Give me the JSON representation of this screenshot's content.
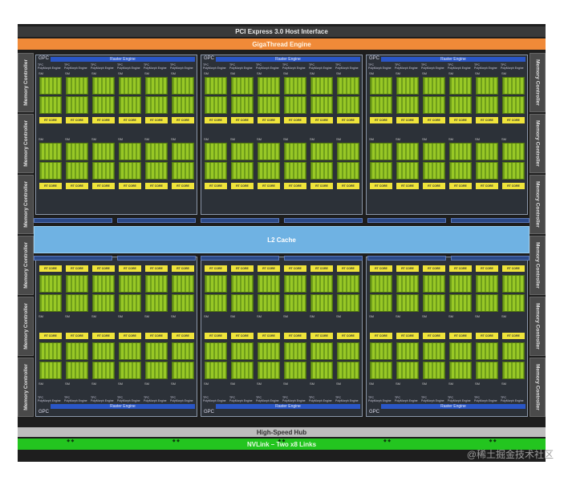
{
  "pcie_label": "PCI Express 3.0 Host Interface",
  "gigathread_label": "GigaThread Engine",
  "l2_label": "L2 Cache",
  "hub_label": "High-Speed Hub",
  "nvlink_label": "NVLink – Two x8 Links",
  "memory_controller_label": "Memory Controller",
  "gpc_label": "GPC",
  "raster_label": "Raster Engine",
  "tpc_label": "TPC",
  "polymorph_label": "PolyMorph Engine",
  "sm_label": "SM",
  "rt_core_label": "RT CORE",
  "watermark": "@稀土掘金技术社区",
  "colors": {
    "pcie": "#3a3a3a",
    "gigathread": "#f08a38",
    "raster": "#2a56c6",
    "l2": "#6fb2e3",
    "hub": "#bdbdbd",
    "nvlink": "#23c51f",
    "sm_core": "#98c826",
    "rt_core": "#efe43a"
  }
}
